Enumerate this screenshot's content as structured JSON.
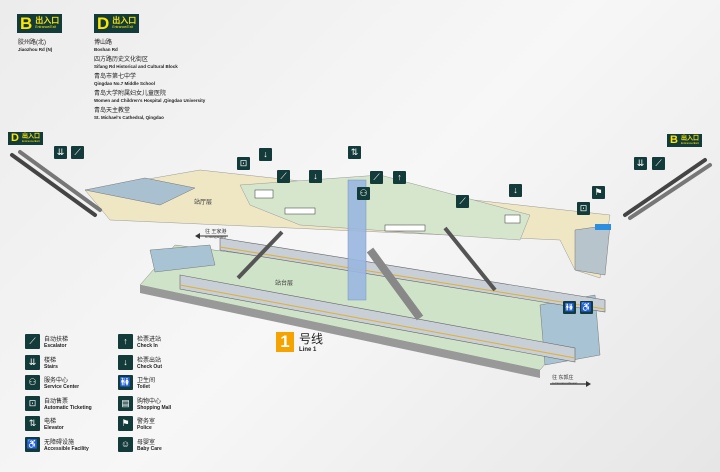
{
  "exits": {
    "B": {
      "letter": "B",
      "cn": "出入口",
      "en": "Entrance/Exit",
      "destinations": [
        {
          "cn": "胶州路(北)",
          "en": "Jiaozhou Rd (N)"
        }
      ]
    },
    "D": {
      "letter": "D",
      "cn": "出入口",
      "en": "Entrance/Exit",
      "destinations": [
        {
          "cn": "博山路",
          "en": "Boshan Rd"
        },
        {
          "cn": "四方路历史文化街区",
          "en": "Sifang Rd Historical and Cultural Block"
        },
        {
          "cn": "青岛市第七中学",
          "en": "Qingdao No.7 Middle School"
        },
        {
          "cn": "青岛大学附属妇女儿童医院",
          "en": "Women and Children's Hospital ,Qingdao University"
        },
        {
          "cn": "青岛天主教堂",
          "en": "St. Michael's Cathedral, Qingdao"
        }
      ]
    }
  },
  "levels": {
    "concourse": "站厅层",
    "platform": "站台层"
  },
  "directions": {
    "left": {
      "cn": "往 王家港",
      "en": "to Wangjiagang"
    },
    "right": {
      "cn": "往 东郭庄",
      "en": "to Dongguozhuang"
    }
  },
  "line": {
    "number": "1",
    "cn": "号线",
    "en": "Line 1",
    "color": "#f5a300"
  },
  "colors": {
    "icon_bg": "#123b3a",
    "exit_text": "#ffe600",
    "concourse": "#efe6c4",
    "platform": "#cfe3c8",
    "police_area": "#2a8fe0"
  },
  "legend": [
    {
      "icon": "escalator-icon",
      "glyph": "⟋",
      "cn": "自动扶梯",
      "en": "Escalator"
    },
    {
      "icon": "stairs-icon",
      "glyph": "⇊",
      "cn": "楼梯",
      "en": "Stairs"
    },
    {
      "icon": "service-center-icon",
      "glyph": "⚇",
      "cn": "服务中心",
      "en": "Service Center"
    },
    {
      "icon": "ticketing-icon",
      "glyph": "⊡",
      "cn": "自动售票",
      "en": "Automatic Ticketing"
    },
    {
      "icon": "elevator-icon",
      "glyph": "⇅",
      "cn": "电梯",
      "en": "Elevator"
    },
    {
      "icon": "accessible-icon",
      "glyph": "♿",
      "cn": "无障碍设施",
      "en": "Accessible Facility"
    },
    {
      "icon": "check-in-icon",
      "glyph": "↑",
      "cn": "检票进站",
      "en": "Check In"
    },
    {
      "icon": "check-out-icon",
      "glyph": "↓",
      "cn": "检票出站",
      "en": "Check Out"
    },
    {
      "icon": "toilet-icon",
      "glyph": "🚻",
      "cn": "卫生间",
      "en": "Toilet"
    },
    {
      "icon": "shopping-mall-icon",
      "glyph": "▤",
      "cn": "购物中心",
      "en": "Shopping Mall"
    },
    {
      "icon": "police-icon",
      "glyph": "⚑",
      "cn": "警务室",
      "en": "Police"
    },
    {
      "icon": "baby-care-icon",
      "glyph": "☺",
      "cn": "母婴室",
      "en": "Baby Care"
    }
  ]
}
